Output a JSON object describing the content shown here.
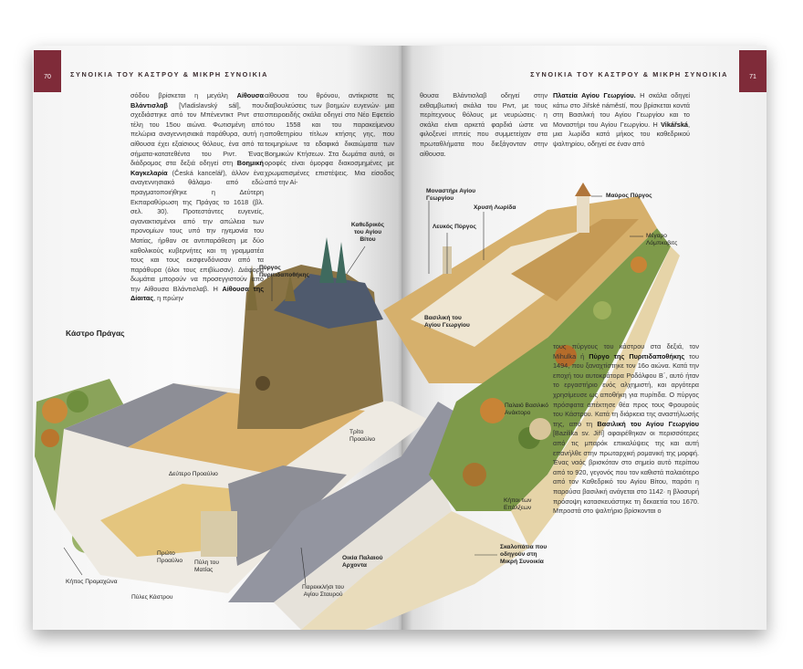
{
  "header": {
    "left_page_number": "70",
    "right_page_number": "71",
    "running_title": "ΣΥΝΟΙΚΙΑ ΤΟΥ ΚΑΣΤΡΟΥ & ΜΙΚΡΗ ΣΥΝΟΙΚΙΑ",
    "accent_color": "#7f2b39"
  },
  "left_col1": [
    "σόδου βρίσκεται η μεγάλη ",
    "Αίθουσα Βλάντισλαβ",
    " [Vladislavský sál], που σχεδιάστηκε από τον Μπένεντικτ Ριντ στα τέλη του 15ου αιώνα. Φωτισμένη από πελώρια αναγεννησιακά παράθυρα, αυτή η αίθουσα έχει εξαίσιους θόλους, ένα από τα σήματα-κατατεθέντα του Ριντ. Ένας διάδρομος στα δεξιά οδηγεί στη ",
    "Βοημική Καγκελαρία",
    " (Česká kancelář), άλλον ένα αναγεννησιακό θάλαμο· από εδώ πραγματοποιήθηκε η Δεύτερη Εκπαραθύρωση της Πράγας το 1618 (βλ. σελ. 30). Προτεστάντες ευγενείς, αγανακτισμένοι από την απώλεια των προνομίων τους υπό την ηγεμονία του Ματίας, ήρθαν σε αντιπαράθεση με δύο καθολικούς κυβερνήτες και τη γραμματέα τους και τους εκσφενδόνισαν από τα παράθυρα (όλοι τους επιβίωσαν). Διάφορα δωμάτια μπορούν να προσεγγιστούν από την Αίθουσα Βλάντισλαβ. Η ",
    "Αίθουσα της Δίαιτας",
    ", η πρώην"
  ],
  "left_col2": "αίθουσα του θρόνου, αντίκριστε τις διαβουλεύσεις των βοημών ευγενών· μια σπειροειδής σκάλα οδηγεί στο Νέο Εφετείο του 1558 και του παρακείμενου αποθετηρίου τίτλων κτήσης γης, που τεκμηρίωνε τα εδαφικά δικαιώματα των Βοημικών Κτήσεων. Στα δωμάτια αυτά, οι οροφές είναι όμορφα διακοσμημένες με χρωματισμένες επιστέψεις. Μια είσοδος από την Αί-",
  "right_col1": "θουσα Βλάντισλαβ οδηγεί στην εκθαμβωτική σκάλα του Ριντ, με τους περίτεχνους θόλους με νευρώσεις· η σκάλα είναι αρκετά φαρδιά ώστε να φιλοξενεί ιππείς που συμμετείχαν στα πρωταθλήματα που διεξάγονταν στην αίθουσα.",
  "right_col2": [
    "Πλατεία Αγίου Γεωργίου.",
    " Η σκάλα οδηγεί κάτω στο Jiřské náměstí, που βρίσκεται κοντά στη Βασιλική του Αγίου Γεωργίου και το Μοναστήρι του Αγίου Γεωργίου. Η ",
    "Vikářská",
    ", μια λωρίδα κατά μήκος του καθεδρικού ψαλτηρίου, οδηγεί σε έναν από"
  ],
  "right_lower": [
    "τους πύργους του κάστρου στα δεξιά, τον Mihulka ή ",
    "Πύργο της Πυριτιδαποθήκης",
    " του 1494, που ξαναχτίστηκε τον 16ο αιώνα. Κατά την εποχή του αυτοκράτορα Ροδόλφου Β΄, αυτό ήταν το εργαστήριο ενός αλχημιστή, και αργότερα χρησίμευσε ως αποθήκη για πυρίτιδα. Ο πύργος πρόσφατα απέκτησε θέα προς τους Φρουρούς του Κάστρου. Κατά τη διάρκεια της αναστήλωσής της, από τη ",
    "Βασιλική του Αγίου Γεωργίου",
    " [Bazilika sv. Jiří] αφαιρέθηκαν οι περισσότερες από τις μπαρόκ επικαλύψεις της και αυτή επανήλθε στην πρωταρχική ρομανική της μορφή. Ένας ναός βρισκόταν στο σημείο αυτό περίπου από το 920, γεγονός που τον καθιστά παλαιότερο από τον Καθεδρικό του Αγίου Βίτου, παρότι η παρούσα βασιλική ανάγεται στο 1142· η βλοσυρή πρόσοψη κατασκευάστηκε τη δεκαετία του 1670. Μπροστά στο ψαλτήριο βρίσκονται ο"
  ],
  "illustration": {
    "title": "Κάστρο Πράγας",
    "labels": {
      "powder_tower": "Πύργος Πυριτιδαποθήκης",
      "cathedral": "Καθεδρικός του Αγίου Βίτου",
      "third_courtyard": "Τρίτο Προαύλιο",
      "second_courtyard": "Δεύτερο Προαύλιο",
      "first_courtyard": "Πρώτο Προαύλιο",
      "matthias_gate": "Πύλη του Ματίας",
      "bastion_garden": "Κήπος Προμαχώνα",
      "castle_gates": "Πύλες Κάστρου",
      "holy_cross_chapel": "Παρεκκλήσι του Αγίου Σταυρού",
      "old_burgrave_house": "Οικία Παλαιού Αρχοντα",
      "steps": "Σκαλοπάτια που οδηγούν στη Μικρή Συνοικία",
      "rampart_gardens": "Κήποι των Επάλξεων",
      "old_royal_palace": "Παλαιό Βασιλικό Ανάκτορο",
      "st_george_basilica": "Βασιλική του Αγίου Γεωργίου",
      "white_tower": "Λευκός Πύργος",
      "golden_lane": "Χρυσή Λωρίδα",
      "st_george_convent": "Μοναστήρι Αγίου Γεωργίου",
      "black_tower": "Μαύρος Πύργος",
      "lobkowicz_palace": "Μέγαρο Λόμπκοβιτς"
    }
  }
}
